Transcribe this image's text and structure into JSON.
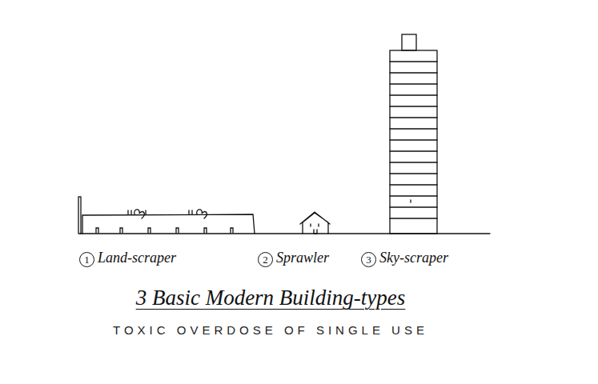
{
  "diagram": {
    "title": "3 Basic Modern Building-types",
    "caption": "TOXIC OVERDOSE OF SINGLE USE",
    "labels": [
      "1",
      "Land-scraper",
      "2",
      "Sprawler",
      "3",
      "Sky-scraper"
    ]
  }
}
